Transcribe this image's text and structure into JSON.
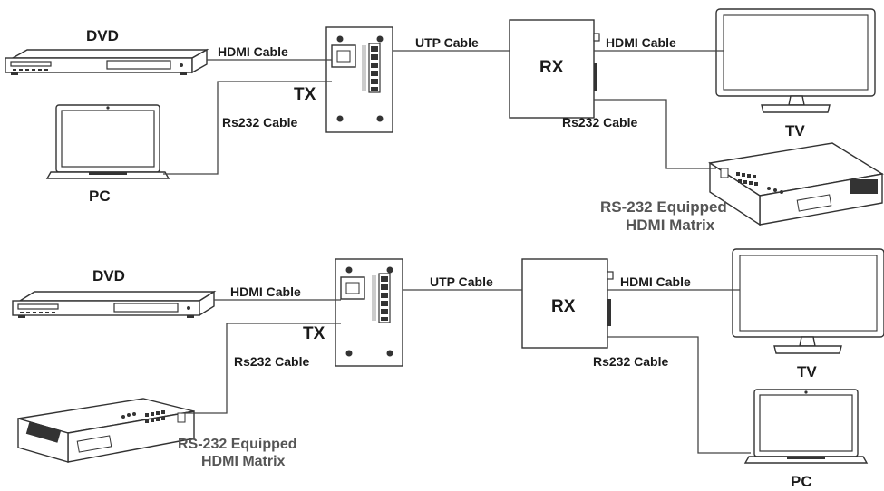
{
  "top": {
    "dvd_label": "DVD",
    "pc_label": "PC",
    "tx_label": "TX",
    "rx_label": "RX",
    "tv_label": "TV",
    "cable_hdmi_in": "HDMI Cable",
    "cable_rs232_in": "Rs232 Cable",
    "cable_utp": "UTP Cable",
    "cable_hdmi_out": "HDMI Cable",
    "cable_rs232_out": "Rs232 Cable",
    "matrix_line1": "RS-232 Equipped",
    "matrix_line2": "HDMI Matrix"
  },
  "bottom": {
    "dvd_label": "DVD",
    "pc_label": "PC",
    "tx_label": "TX",
    "rx_label": "RX",
    "tv_label": "TV",
    "cable_hdmi_in": "HDMI Cable",
    "cable_rs232_in": "Rs232 Cable",
    "cable_utp": "UTP Cable",
    "cable_hdmi_out": "HDMI Cable",
    "cable_rs232_out": "Rs232 Cable",
    "matrix_line1": "RS-232 Equipped",
    "matrix_line2": "HDMI Matrix"
  }
}
